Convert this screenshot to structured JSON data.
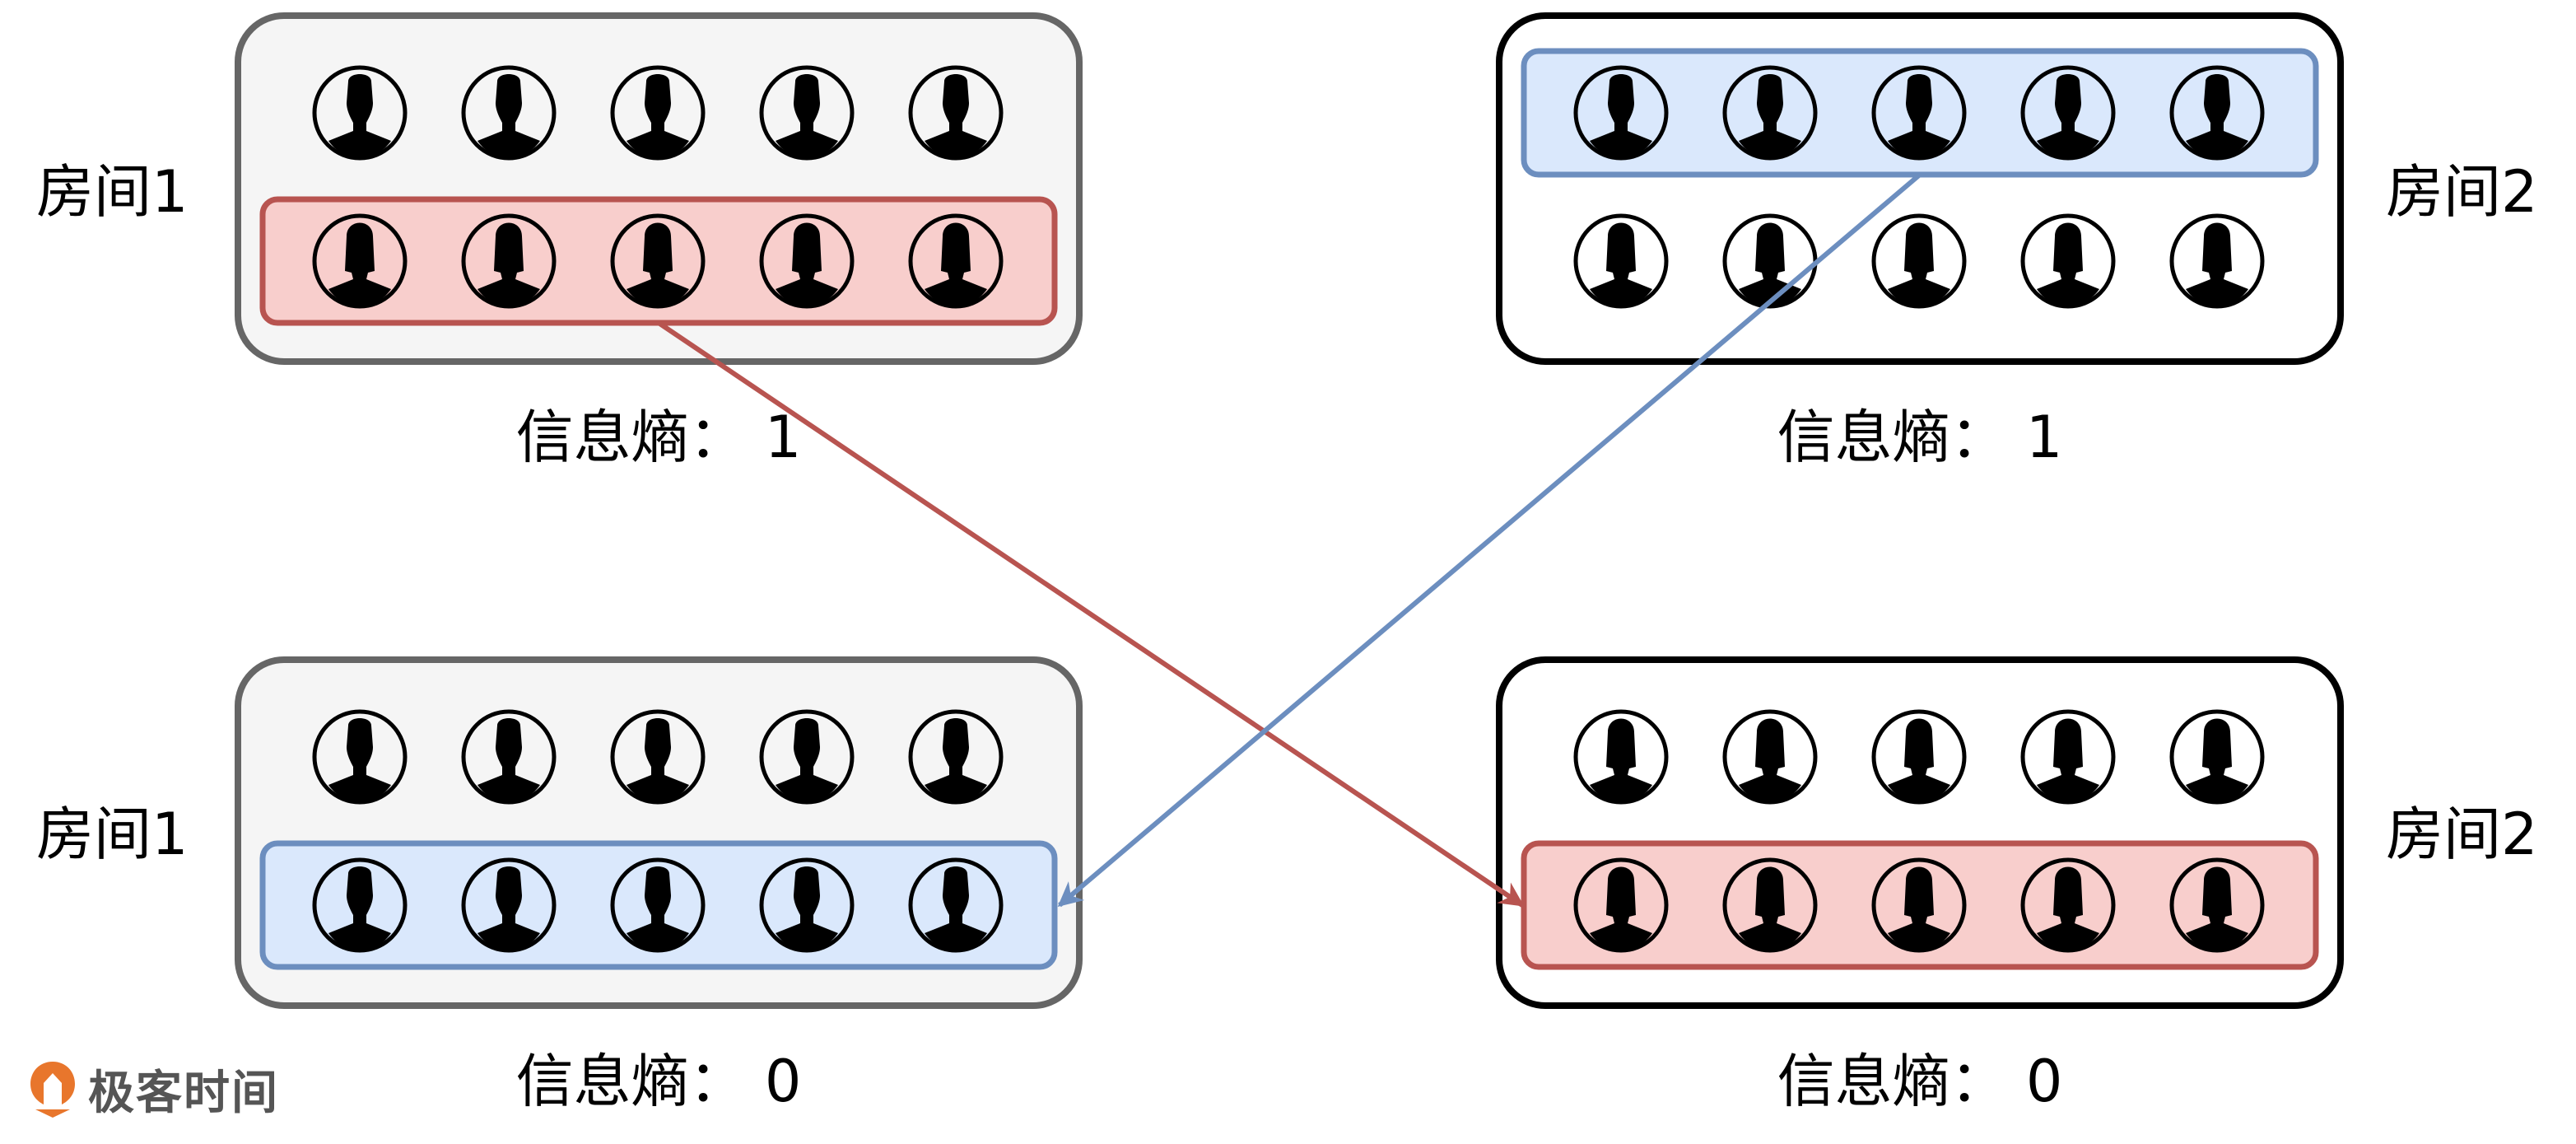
{
  "colors": {
    "room1_stroke": "#666666",
    "room1_fill": "#f5f5f5",
    "room2_stroke": "#000000",
    "room2_fill": "#ffffff",
    "red_stroke": "#b85450",
    "red_fill": "#f8cecc",
    "blue_stroke": "#6c8ebf",
    "blue_fill": "#dae8fc",
    "logo_orange": "#e8762c",
    "logo_text": "#555555"
  },
  "panels": [
    {
      "id": "before-room1",
      "label": "房间1",
      "entropy": "信息熵：  1",
      "rows": [
        {
          "gender": "male",
          "count": 5,
          "highlight": null
        },
        {
          "gender": "female",
          "count": 5,
          "highlight": "red"
        }
      ]
    },
    {
      "id": "before-room2",
      "label": "房间2",
      "entropy": "信息熵：  1",
      "rows": [
        {
          "gender": "male",
          "count": 5,
          "highlight": "blue"
        },
        {
          "gender": "female",
          "count": 5,
          "highlight": null
        }
      ]
    },
    {
      "id": "after-room1",
      "label": "房间1",
      "entropy": "信息熵：  0",
      "rows": [
        {
          "gender": "male",
          "count": 5,
          "highlight": null
        },
        {
          "gender": "male",
          "count": 5,
          "highlight": "blue"
        }
      ]
    },
    {
      "id": "after-room2",
      "label": "房间2",
      "entropy": "信息熵：  0",
      "rows": [
        {
          "gender": "female",
          "count": 5,
          "highlight": null
        },
        {
          "gender": "female",
          "count": 5,
          "highlight": "red"
        }
      ]
    }
  ],
  "arrows": [
    {
      "name": "female-group-move-arrow",
      "from": "before-room1",
      "to": "after-room2",
      "color": "red"
    },
    {
      "name": "male-group-move-arrow",
      "from": "before-room2",
      "to": "after-room1",
      "color": "blue"
    }
  ],
  "icons": {
    "male": "male-avatar-icon",
    "female": "female-avatar-icon"
  },
  "logo": {
    "text": "极客时间",
    "icon": "geektime-logo-icon"
  }
}
